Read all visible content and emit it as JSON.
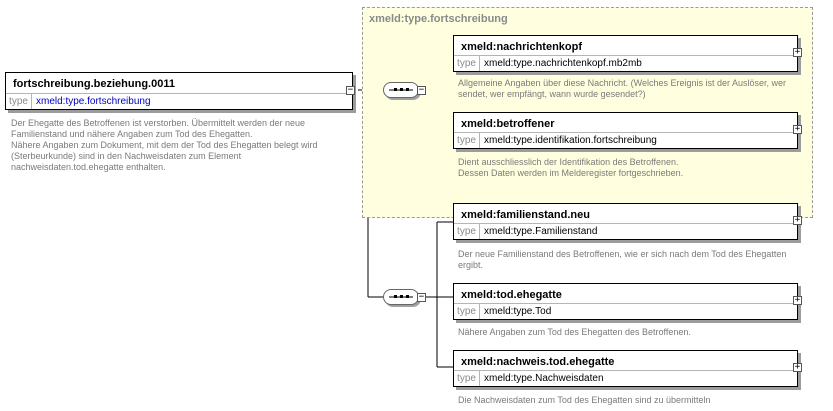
{
  "type_group": {
    "title": "xmeld:type.fortschreibung"
  },
  "root": {
    "name": "fortschreibung.beziehung.0011",
    "type_label": "type",
    "type_value": "xmeld:type.fortschreibung",
    "description": "Der Ehegatte des Betroffenen ist verstorben. Übermittelt werden der neue\nFamilienstand und nähere Angaben zum Tod des Ehegatten.\nNähere Angaben zum Dokument, mit dem der Tod des Ehegatten belegt wird\n(Sterbeurkunde) sind in den Nachweisdaten zum Element\nnachweisdaten.tod.ehegatte enthalten."
  },
  "elements": [
    {
      "name": "xmeld:nachrichtenkopf",
      "type_label": "type",
      "type_value": "xmeld:type.nachrichtenkopf.mb2mb",
      "description": "Allgemeine Angaben über diese Nachricht. (Welches Ereignis ist der Auslöser, wer\nsendet, wer empfängt, wann wurde gesendet?)"
    },
    {
      "name": "xmeld:betroffener",
      "type_label": "type",
      "type_value": "xmeld:type.identifikation.fortschreibung",
      "description": "Dient ausschliesslich der Identifikation des Betroffenen.\nDessen Daten werden im Melderegister fortgeschrieben."
    },
    {
      "name": "xmeld:familienstand.neu",
      "type_label": "type",
      "type_value": "xmeld:type.Familienstand",
      "description": "Der neue Familienstand des Betroffenen, wie er sich nach dem Tod des Ehegatten\nergibt."
    },
    {
      "name": "xmeld:tod.ehegatte",
      "type_label": "type",
      "type_value": "xmeld:type.Tod",
      "description": "Nähere Angaben zum Tod des Ehegatten des Betroffenen."
    },
    {
      "name": "xmeld:nachweis.tod.ehegatte",
      "type_label": "type",
      "type_value": "xmeld:type.Nachweisdaten",
      "description": "Die Nachweisdaten zum Tod des Ehegatten sind zu übermitteln"
    }
  ],
  "toggles": {
    "collapse": "−",
    "expand": "+"
  },
  "icons": {
    "compositor": "sequence-compositor-icon",
    "expand": "plus-icon",
    "collapse": "minus-icon"
  }
}
